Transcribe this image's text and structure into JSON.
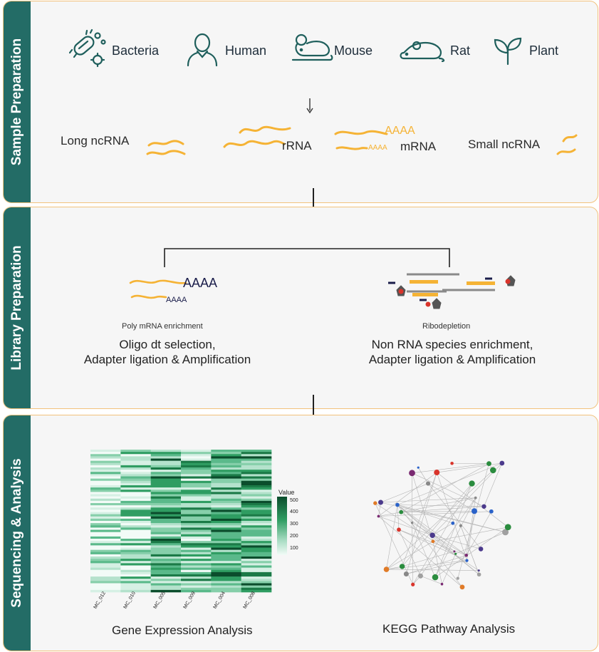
{
  "stages": {
    "sample": "Sample Preparation",
    "library": "Library Preparation",
    "sequencing": "Sequencing & Analysis"
  },
  "organisms": [
    {
      "label": "Bacteria",
      "icon": "bacteria-icon"
    },
    {
      "label": "Human",
      "icon": "human-icon"
    },
    {
      "label": "Mouse",
      "icon": "mouse-icon"
    },
    {
      "label": "Rat",
      "icon": "rat-icon"
    },
    {
      "label": "Plant",
      "icon": "plant-icon"
    }
  ],
  "rna_types": {
    "long_ncrna": "Long ncRNA",
    "rrna": "rRNA",
    "mrna": "mRNA",
    "small_ncrna": "Small ncRNA",
    "polya_large": "AAAA",
    "polya_small": "AAAA"
  },
  "library": {
    "left": {
      "polya_large": "AAAA",
      "polya_small": "AAAA",
      "caption": "Poly mRNA enrichment",
      "line1": "Oligo dt selection,",
      "line2": "Adapter ligation & Amplification"
    },
    "right": {
      "caption": "Ribodepletion",
      "line1": "Non RNA species enrichment,",
      "line2": "Adapter ligation & Amplification"
    }
  },
  "analysis": {
    "heatmap_caption": "Gene Expression Analysis",
    "kegg_caption": "KEGG Pathway Analysis",
    "heatmap": {
      "samples": [
        "MC_012",
        "MC_010",
        "MC_005",
        "MC_009",
        "MC_004",
        "MC_008"
      ],
      "legend_title": "Value",
      "legend_ticks": [
        "500",
        "400",
        "300",
        "200",
        "100"
      ]
    }
  },
  "colors": {
    "panel_tab": "#236c66",
    "panel_border": "#f2c27c",
    "rna": "#f5b335",
    "icon": "#1f5f5c"
  }
}
